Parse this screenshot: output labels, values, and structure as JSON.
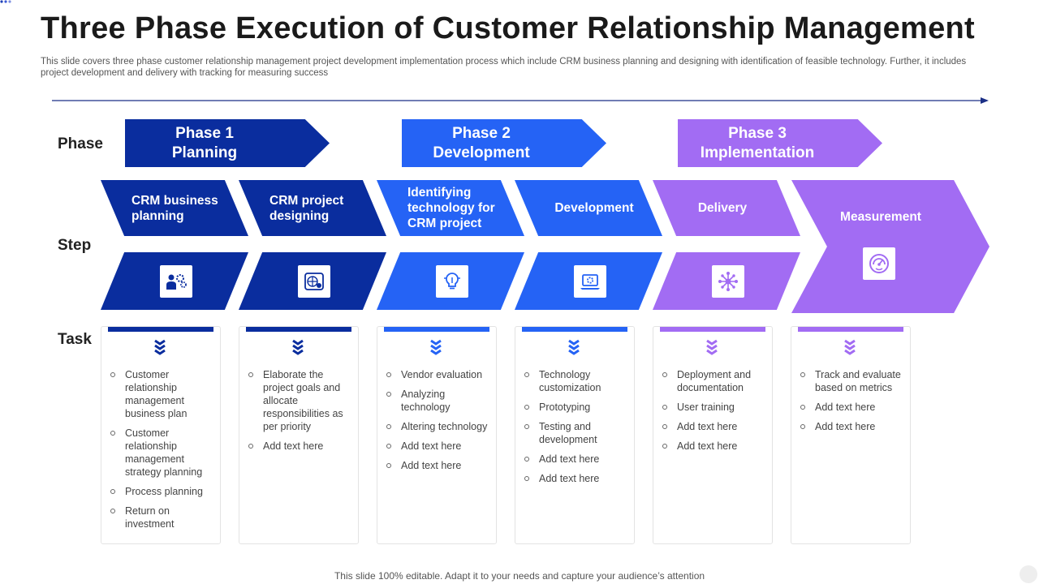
{
  "title": "Three Phase Execution of Customer Relationship Management",
  "subtitle": "This slide covers three phase customer relationship management project development implementation process which include CRM business planning and designing with identification of feasible technology. Further, it includes project development and delivery with tracking for measuring success",
  "row_labels": {
    "phase": "Phase",
    "step": "Step",
    "task": "Task"
  },
  "colors": {
    "dark_blue": "#0a2d9e",
    "blue": "#2563f5",
    "purple": "#a26cf3"
  },
  "phases": [
    {
      "line1": "Phase 1",
      "line2": "Planning"
    },
    {
      "line1": "Phase 2",
      "line2": "Development"
    },
    {
      "line1": "Phase 3",
      "line2": "Implementation"
    }
  ],
  "steps": [
    {
      "label": "CRM business planning",
      "icon": "person-gears-icon"
    },
    {
      "label": "CRM project designing",
      "icon": "globe-settings-icon"
    },
    {
      "label": "Identifying technology for CRM project",
      "icon": "lightbulb-icon"
    },
    {
      "label": "Development",
      "icon": "laptop-gear-icon"
    },
    {
      "label": "Delivery",
      "icon": "network-icon"
    },
    {
      "label": "Measurement",
      "icon": "gauge-icon"
    }
  ],
  "tasks": [
    [
      "Customer relationship management business plan",
      "Customer relationship management strategy planning",
      "Process planning",
      "Return on investment"
    ],
    [
      "Elaborate the project goals and allocate responsibilities as per priority",
      "Add text here"
    ],
    [
      "Vendor evaluation",
      "Analyzing technology",
      "Altering technology",
      "Add text here",
      "Add text here"
    ],
    [
      "Technology customization",
      "Prototyping",
      "Testing and development",
      "Add text here",
      "Add text here"
    ],
    [
      "Deployment and documentation",
      "User training",
      "Add text here",
      "Add text here"
    ],
    [
      "Track and evaluate based on metrics",
      "Add text here",
      "Add text here"
    ]
  ],
  "footer": "This slide 100% editable. Adapt it to your needs and capture your audience’s attention"
}
